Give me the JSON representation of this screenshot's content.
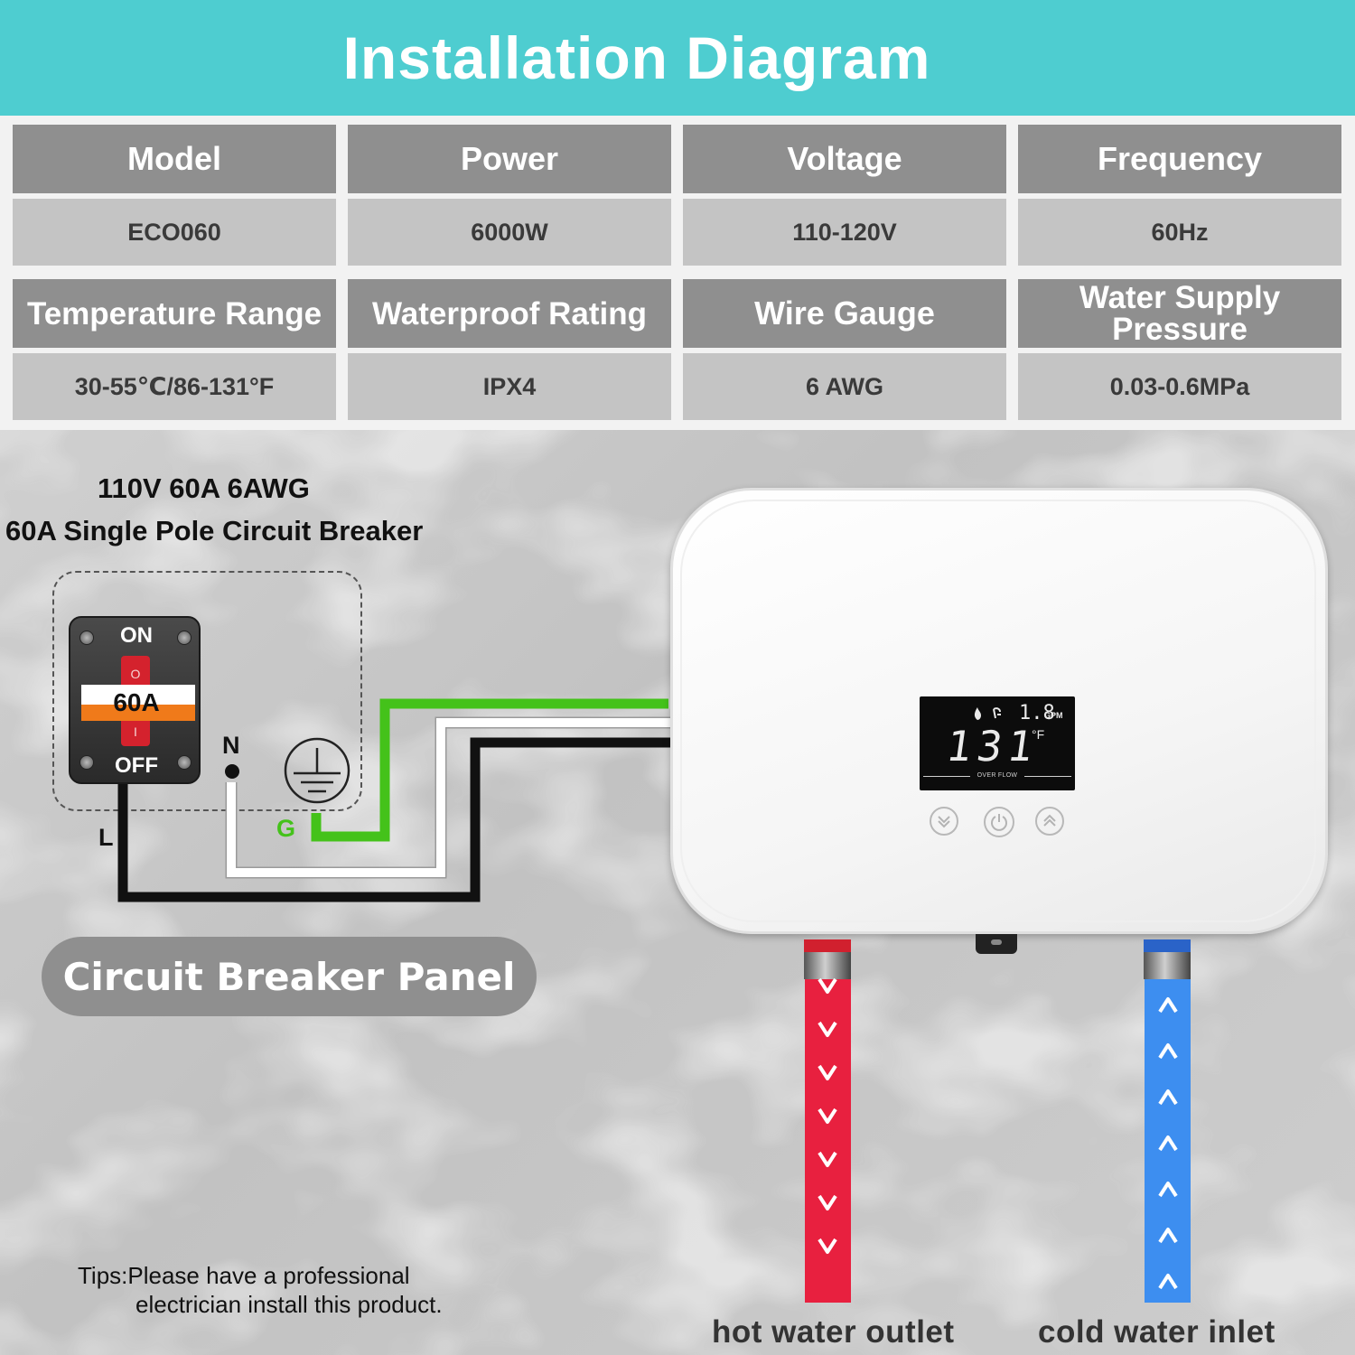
{
  "header": {
    "title": "Installation Diagram"
  },
  "specs": {
    "rows": [
      {
        "headers": [
          "Model",
          "Power",
          "Voltage",
          "Frequency"
        ],
        "values": [
          "ECO060",
          "6000W",
          "110-120V",
          "60Hz"
        ]
      },
      {
        "headers": [
          "Temperature Range",
          "Waterproof Rating",
          "Wire Gauge",
          "Water Supply Pressure"
        ],
        "values": [
          "30-55℃/86-131°F",
          "IPX4",
          "6 AWG",
          "0.03-0.6MPa"
        ]
      }
    ]
  },
  "breaker": {
    "heading_line1": "110V 60A 6AWG",
    "heading_line2": "60A Single Pole Circuit Breaker",
    "on_label": "ON",
    "off_label": "OFF",
    "rating": "60A",
    "switch_on_mark": "O",
    "switch_off_mark": "I",
    "panel_label": "Circuit Breaker Panel",
    "icons": [
      "screw-icon",
      "ground-symbol-icon"
    ]
  },
  "wiring": {
    "labels": {
      "neutral": "N",
      "line": "L",
      "ground": "G"
    },
    "colors": {
      "ground": "#44c21a",
      "neutral": "#ffffff",
      "line": "#111111"
    }
  },
  "heater": {
    "display": {
      "temperature": "131",
      "unit": "°F",
      "flow": "1.8",
      "flow_unit": "GPM",
      "overflow_label": "OVER FLOW"
    },
    "buttons": [
      "chevron-down-icon",
      "power-icon",
      "chevron-up-icon"
    ]
  },
  "pipes": {
    "hot_label": "hot water outlet",
    "cold_label": "cold water inlet",
    "hot_color": "#e8203f",
    "cold_color": "#3d8ef0"
  },
  "tips": {
    "line1": "Tips:Please have a professional",
    "line2": "electrician install this product."
  },
  "colors": {
    "accent": "#4ecdd0",
    "table_header": "#8f8f8f",
    "table_cell": "#c4c4c4"
  }
}
